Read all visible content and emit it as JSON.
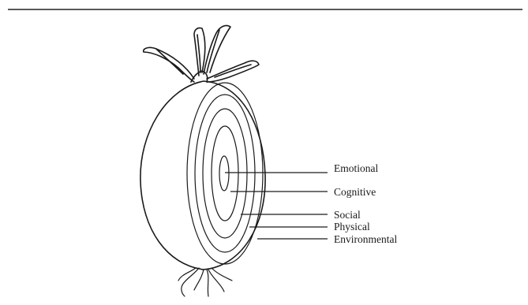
{
  "layers": [
    {
      "id": "emotional",
      "label": "Emotional"
    },
    {
      "id": "cognitive",
      "label": "Cognitive"
    },
    {
      "id": "social",
      "label": "Social"
    },
    {
      "id": "physical",
      "label": "Physical"
    },
    {
      "id": "environmental",
      "label": "Environmental"
    }
  ]
}
